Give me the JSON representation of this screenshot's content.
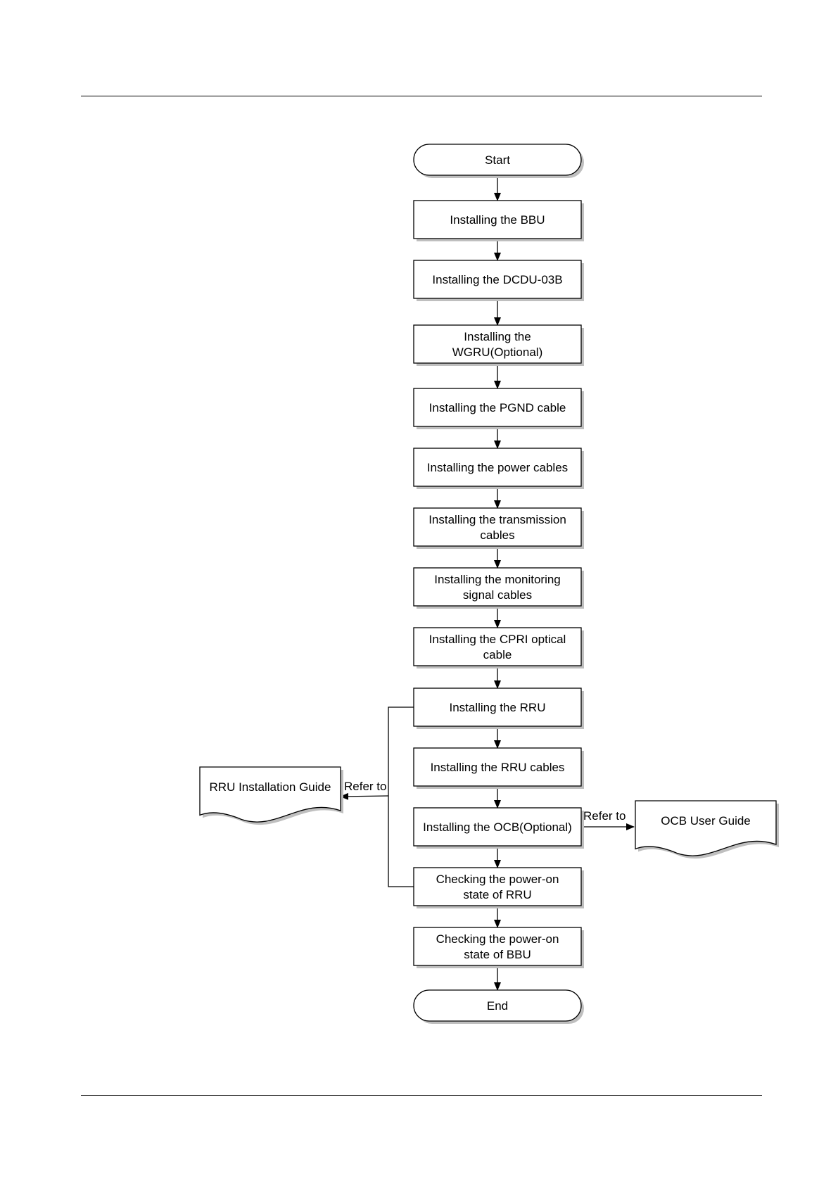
{
  "colors": {
    "line": "#000000",
    "shadow": "#bfbfbf",
    "fill": "#ffffff"
  },
  "flowchart": {
    "start": "Start",
    "end": "End",
    "steps": [
      [
        "Installing the BBU"
      ],
      [
        "Installing the DCDU-03B"
      ],
      [
        "Installing the",
        "WGRU(Optional)"
      ],
      [
        "Installing the PGND cable"
      ],
      [
        "Installing the power cables"
      ],
      [
        "Installing the transmission",
        "cables"
      ],
      [
        "Installing the monitoring",
        "signal cables"
      ],
      [
        "Installing the CPRI optical",
        "cable"
      ],
      [
        "Installing the RRU"
      ],
      [
        "Installing the RRU cables"
      ],
      [
        "Installing the OCB(Optional)"
      ],
      [
        "Checking the power-on",
        "state of RRU"
      ],
      [
        "Checking the power-on",
        "state of BBU"
      ]
    ],
    "documents": {
      "rru_guide": "RRU Installation Guide",
      "ocb_guide": "OCB User Guide"
    },
    "refer_left": "Refer to",
    "refer_right": "Refer to"
  }
}
